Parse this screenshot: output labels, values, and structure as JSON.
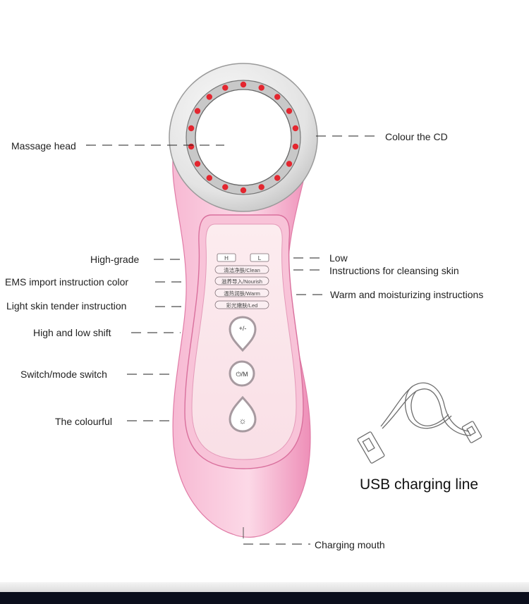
{
  "labels_left": {
    "massage_head": "Massage head",
    "high_grade": "High-grade",
    "ems_import": "EMS import instruction color",
    "light_skin": "Light skin tender instruction",
    "high_low_shift": "High and low shift",
    "switch_mode": "Switch/mode switch",
    "colourful": "The colourful"
  },
  "labels_right": {
    "colour_cd": "Colour the CD",
    "low": "Low",
    "cleansing": "Instructions for cleansing skin",
    "warm": "Warm and moisturizing instructions",
    "charging_mouth": "Charging mouth"
  },
  "usb_title": "USB charging line",
  "panel": {
    "h_key": "H",
    "l_key": "L",
    "clean": "清洁净肤/Clean",
    "nourish": "滋养导入/Nourish",
    "warm": "温热润肤/Warm",
    "led": "彩光嫩肤/Led",
    "plus_minus": "+/-",
    "power_mode": "⏻/M",
    "light": "☼"
  },
  "colors": {
    "body_pink": "#f3a6c6",
    "body_pink_light": "#fbd3e4",
    "panel_face": "#fbe4ea",
    "led_red": "#e3262f",
    "chrome": "#d6d6d6"
  }
}
